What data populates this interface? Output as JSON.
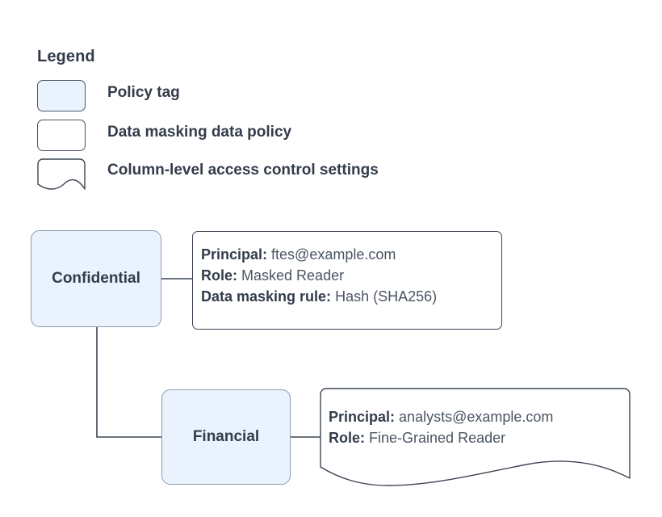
{
  "legend": {
    "title": "Legend",
    "items": [
      {
        "shape": "filled-rounded-rect",
        "fill": "#eaf2fd",
        "label": "Policy tag"
      },
      {
        "shape": "rounded-rect",
        "fill": "#ffffff",
        "label": "Data masking data policy"
      },
      {
        "shape": "wave-bottom-rect",
        "fill": "#ffffff",
        "label": "Column-level access control settings"
      }
    ]
  },
  "colors": {
    "node_fill": "#eaf2fd",
    "node_border": "#8e9bad",
    "box_border": "#3c4654",
    "text": "#333c4a",
    "value_text": "#4b5563",
    "connector": "#3c4654",
    "background": "#ffffff"
  },
  "nodes": [
    {
      "id": "confidential",
      "label": "Confidential"
    },
    {
      "id": "financial",
      "label": "Financial"
    }
  ],
  "annotations": [
    {
      "id": "confidential-policy",
      "shape": "rounded-rect",
      "rows": [
        {
          "key": "Principal:",
          "value": "ftes@example.com"
        },
        {
          "key": "Role:",
          "value": "Masked Reader"
        },
        {
          "key": "Data masking rule:",
          "value": "Hash (SHA256)"
        }
      ]
    },
    {
      "id": "financial-policy",
      "shape": "wave-bottom-rect",
      "rows": [
        {
          "key": "Principal:",
          "value": "analysts@example.com"
        },
        {
          "key": "Role:",
          "value": "Fine-Grained Reader"
        }
      ]
    }
  ],
  "connectors": [
    {
      "from": "confidential",
      "to": "confidential-policy",
      "style": "straight-horizontal"
    },
    {
      "from": "confidential",
      "to": "financial",
      "style": "elbow-down-right"
    },
    {
      "from": "financial",
      "to": "financial-policy",
      "style": "straight-horizontal"
    }
  ]
}
